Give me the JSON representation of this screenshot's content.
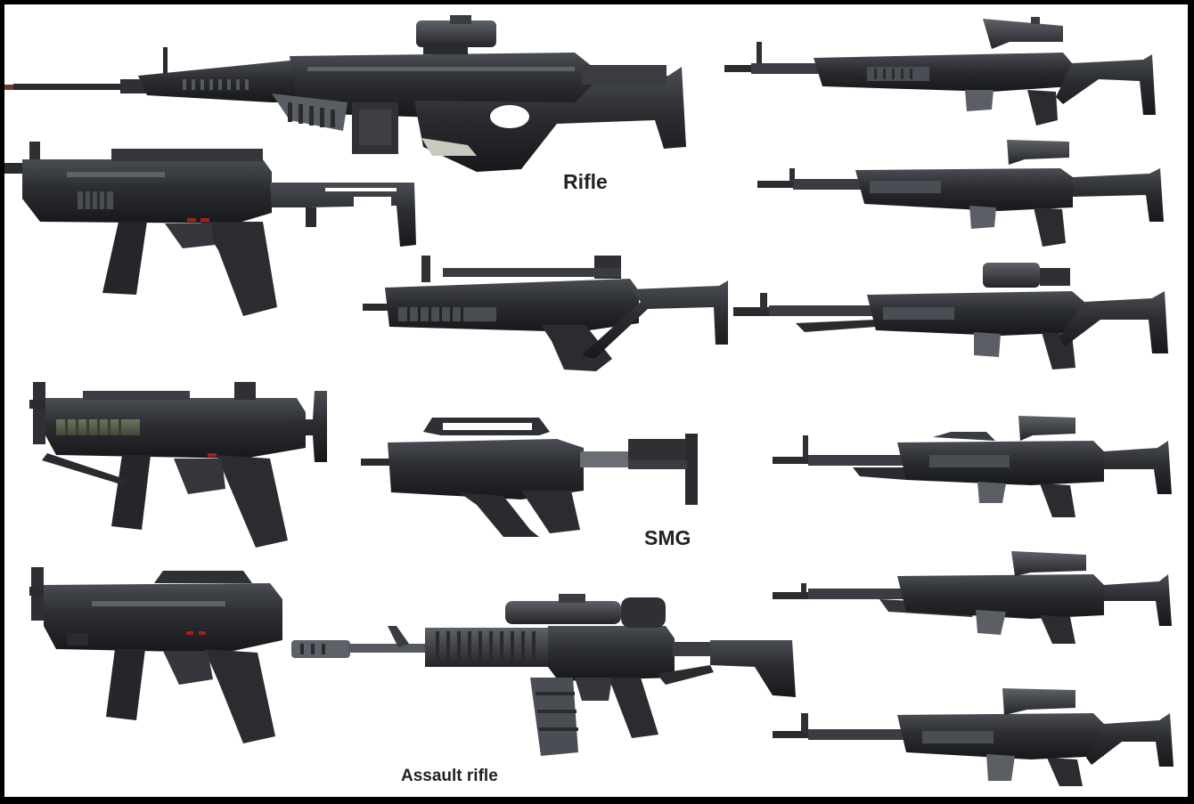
{
  "labels": {
    "rifle": "Rifle",
    "smg": "SMG",
    "assault_rifle": "Assault rifle"
  },
  "colors": {
    "border": "#000000",
    "background": "#ffffff",
    "label": "#222222",
    "weapon_dark": "#1e1f22",
    "weapon_mid": "#34363b",
    "weapon_light": "#55585e",
    "accent_olive": "#5b6350",
    "accent_red": "#a81c1c"
  }
}
